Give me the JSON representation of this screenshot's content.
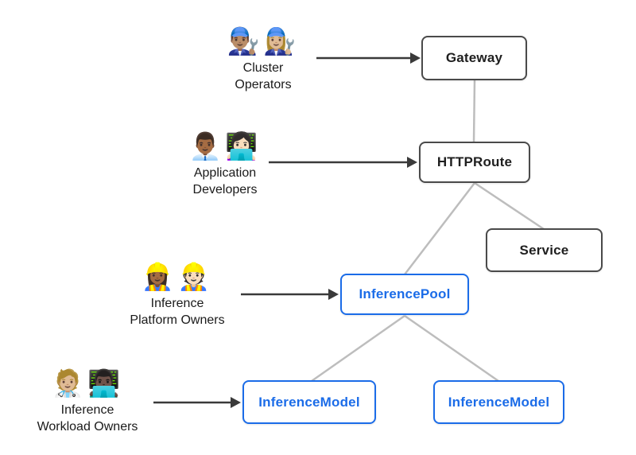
{
  "colors": {
    "accent_blue": "#1b6ce8",
    "node_border_gray": "#4a4a4a",
    "connector_gray": "#bdbdbd",
    "arrow_dark": "#3a3a3a",
    "text_dark": "#1a1a1a"
  },
  "nodes": {
    "gateway": {
      "label": "Gateway"
    },
    "httproute": {
      "label": "HTTPRoute"
    },
    "service": {
      "label": "Service"
    },
    "inferencepool": {
      "label": "InferencePool"
    },
    "inferencemodel_left": {
      "label": "InferenceModel"
    },
    "inferencemodel_right": {
      "label": "InferenceModel"
    }
  },
  "personas": [
    {
      "emojis": "👨🏽‍🔧👩🏼‍🔧",
      "label_line1": "Cluster",
      "label_line2": "Operators"
    },
    {
      "emojis": "👨🏾‍💼👩🏻‍💻",
      "label_line1": "Application",
      "label_line2": "Developers"
    },
    {
      "emojis": "👷🏾‍♀️👷🏻",
      "label_line1": "Inference",
      "label_line2": "Platform Owners"
    },
    {
      "emojis": "🧑🏼‍⚕️👨🏿‍💻",
      "label_line1": "Inference",
      "label_line2": "Workload Owners"
    }
  ]
}
